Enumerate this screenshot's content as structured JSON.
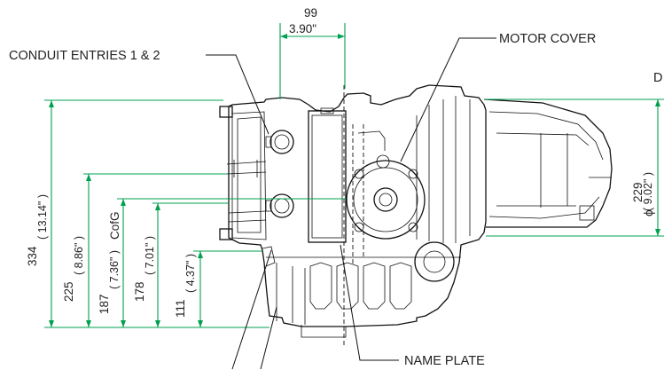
{
  "labels": {
    "conduit_entries": "CONDUIT ENTRIES 1 & 2",
    "motor_cover": "MOTOR COVER",
    "name_plate": "NAME PLATE",
    "cofg": "CofG",
    "edge_letter": "D"
  },
  "dimensions": {
    "top_width_mm": "99",
    "top_width_in": "3.90\"",
    "h334_mm": "334",
    "h334_in": "( 13.14\" )",
    "h225_mm": "225",
    "h225_in": "( 8.86\" )",
    "h187_mm": "187",
    "h187_in": "( 7.36\" )",
    "h178_mm": "178",
    "h178_in": "( 7.01\" )",
    "h111_mm": "111",
    "h111_in": "( 4.37\" )",
    "dia_symbol": "ϕ",
    "dia_mm": "229",
    "dia_in": "( 9.02\" )"
  },
  "colors": {
    "dimension_line": "#00a050",
    "outline": "#111111"
  }
}
